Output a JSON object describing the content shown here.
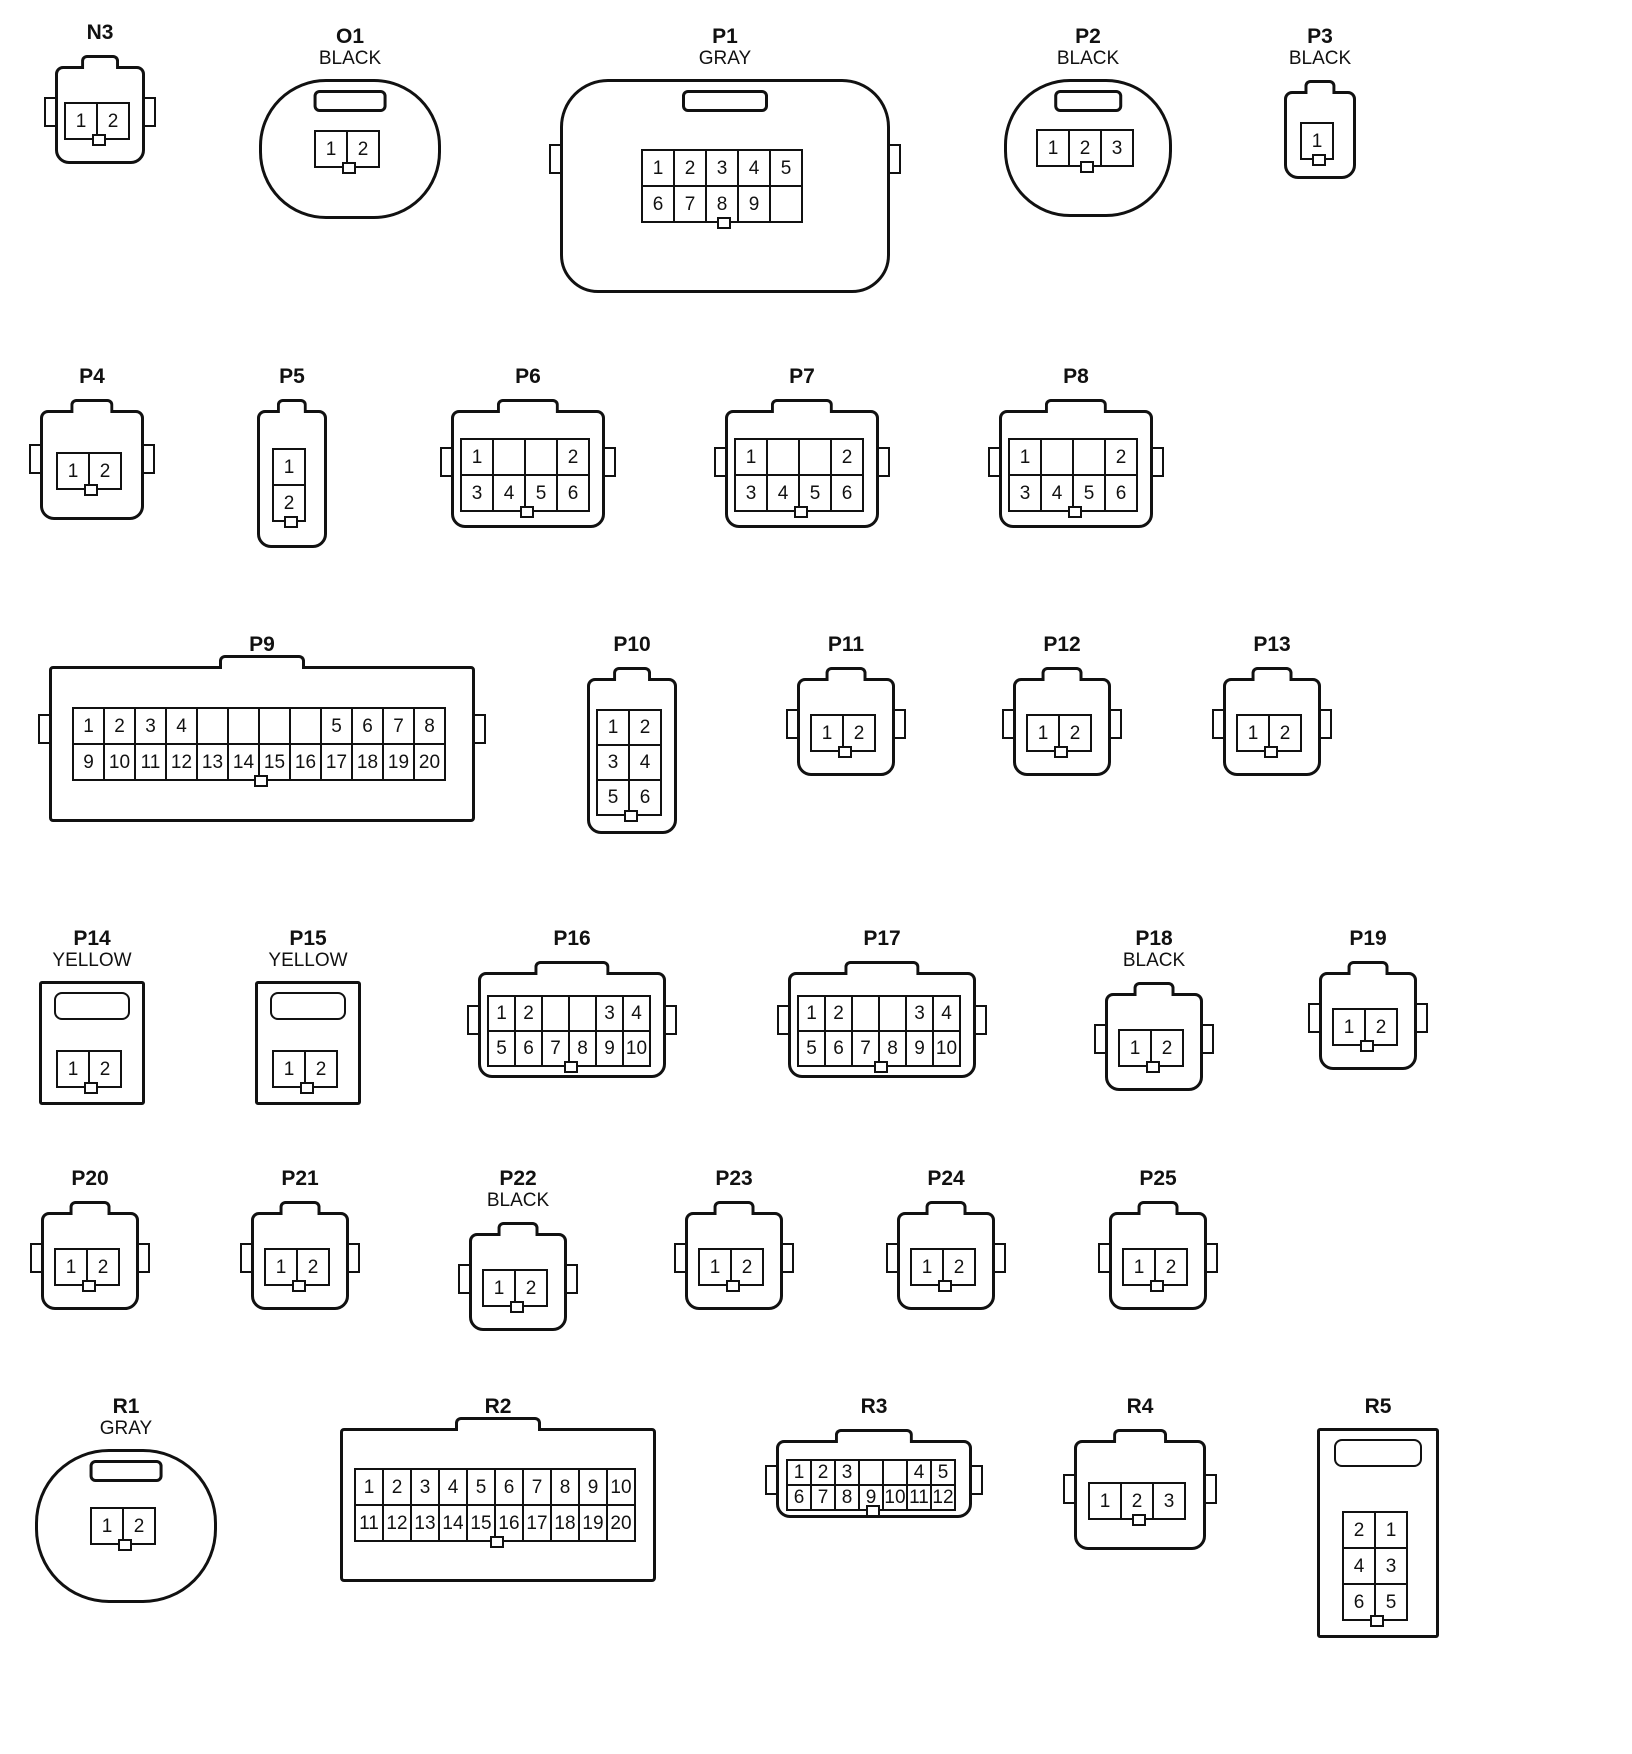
{
  "connectors": [
    {
      "id": "N3",
      "color": "",
      "cols": 2,
      "pins": [
        "1",
        "2"
      ]
    },
    {
      "id": "O1",
      "color": "BLACK",
      "cols": 2,
      "pins": [
        "1",
        "2"
      ]
    },
    {
      "id": "P1",
      "color": "GRAY",
      "cols": 5,
      "pins": [
        "1",
        "2",
        "3",
        "4",
        "5",
        "6",
        "7",
        "8",
        "9",
        ""
      ]
    },
    {
      "id": "P2",
      "color": "BLACK",
      "cols": 3,
      "pins": [
        "1",
        "2",
        "3"
      ]
    },
    {
      "id": "P3",
      "color": "BLACK",
      "cols": 1,
      "pins": [
        "1"
      ]
    },
    {
      "id": "P4",
      "color": "",
      "cols": 2,
      "pins": [
        "1",
        "2"
      ]
    },
    {
      "id": "P5",
      "color": "",
      "cols": 1,
      "pins": [
        "1",
        "2"
      ]
    },
    {
      "id": "P6",
      "color": "",
      "cols": 4,
      "pins": [
        "1",
        "",
        "",
        "2",
        "3",
        "4",
        "5",
        "6"
      ]
    },
    {
      "id": "P7",
      "color": "",
      "cols": 4,
      "pins": [
        "1",
        "",
        "",
        "2",
        "3",
        "4",
        "5",
        "6"
      ]
    },
    {
      "id": "P8",
      "color": "",
      "cols": 4,
      "pins": [
        "1",
        "",
        "",
        "2",
        "3",
        "4",
        "5",
        "6"
      ]
    },
    {
      "id": "P9",
      "color": "",
      "cols": 12,
      "pins": [
        "1",
        "2",
        "3",
        "4",
        "",
        "",
        "",
        "",
        "5",
        "6",
        "7",
        "8",
        "9",
        "10",
        "11",
        "12",
        "13",
        "14",
        "15",
        "16",
        "17",
        "18",
        "19",
        "20"
      ]
    },
    {
      "id": "P10",
      "color": "",
      "cols": 2,
      "pins": [
        "1",
        "2",
        "3",
        "4",
        "5",
        "6"
      ]
    },
    {
      "id": "P11",
      "color": "",
      "cols": 2,
      "pins": [
        "1",
        "2"
      ]
    },
    {
      "id": "P12",
      "color": "",
      "cols": 2,
      "pins": [
        "1",
        "2"
      ]
    },
    {
      "id": "P13",
      "color": "",
      "cols": 2,
      "pins": [
        "1",
        "2"
      ]
    },
    {
      "id": "P14",
      "color": "YELLOW",
      "cols": 2,
      "pins": [
        "1",
        "2"
      ]
    },
    {
      "id": "P15",
      "color": "YELLOW",
      "cols": 2,
      "pins": [
        "1",
        "2"
      ]
    },
    {
      "id": "P16",
      "color": "",
      "cols": 6,
      "pins": [
        "1",
        "2",
        "",
        "",
        "3",
        "4",
        "5",
        "6",
        "7",
        "8",
        "9",
        "10"
      ]
    },
    {
      "id": "P17",
      "color": "",
      "cols": 6,
      "pins": [
        "1",
        "2",
        "",
        "",
        "3",
        "4",
        "5",
        "6",
        "7",
        "8",
        "9",
        "10"
      ]
    },
    {
      "id": "P18",
      "color": "BLACK",
      "cols": 2,
      "pins": [
        "1",
        "2"
      ]
    },
    {
      "id": "P19",
      "color": "",
      "cols": 2,
      "pins": [
        "1",
        "2"
      ]
    },
    {
      "id": "P20",
      "color": "",
      "cols": 2,
      "pins": [
        "1",
        "2"
      ]
    },
    {
      "id": "P21",
      "color": "",
      "cols": 2,
      "pins": [
        "1",
        "2"
      ]
    },
    {
      "id": "P22",
      "color": "BLACK",
      "cols": 2,
      "pins": [
        "1",
        "2"
      ]
    },
    {
      "id": "P23",
      "color": "",
      "cols": 2,
      "pins": [
        "1",
        "2"
      ]
    },
    {
      "id": "P24",
      "color": "",
      "cols": 2,
      "pins": [
        "1",
        "2"
      ]
    },
    {
      "id": "P25",
      "color": "",
      "cols": 2,
      "pins": [
        "1",
        "2"
      ]
    },
    {
      "id": "R1",
      "color": "GRAY",
      "cols": 2,
      "pins": [
        "1",
        "2"
      ]
    },
    {
      "id": "R2",
      "color": "",
      "cols": 10,
      "pins": [
        "1",
        "2",
        "3",
        "4",
        "5",
        "6",
        "7",
        "8",
        "9",
        "10",
        "11",
        "12",
        "13",
        "14",
        "15",
        "16",
        "17",
        "18",
        "19",
        "20"
      ]
    },
    {
      "id": "R3",
      "color": "",
      "cols": 7,
      "pins": [
        "1",
        "2",
        "3",
        "",
        "",
        "4",
        "5",
        "6",
        "7",
        "8",
        "9",
        "10",
        "11",
        "12"
      ]
    },
    {
      "id": "R4",
      "color": "",
      "cols": 3,
      "pins": [
        "1",
        "2",
        "3"
      ]
    },
    {
      "id": "R5",
      "color": "",
      "cols": 2,
      "pins": [
        "2",
        "1",
        "4",
        "3",
        "6",
        "5"
      ]
    }
  ]
}
